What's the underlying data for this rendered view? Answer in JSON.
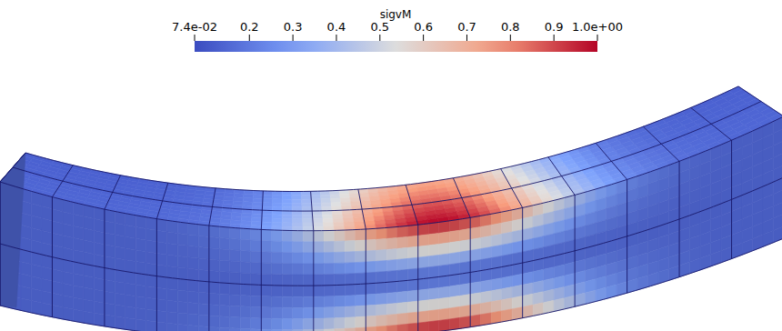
{
  "diagram": {
    "labels": [
      "sigvM",
      "7.4e-02",
      "0.2",
      "0.3",
      "0.4",
      "0.5",
      "0.6",
      "0.7",
      "0.8",
      "0.9",
      "1.0e+00"
    ]
  }
}
